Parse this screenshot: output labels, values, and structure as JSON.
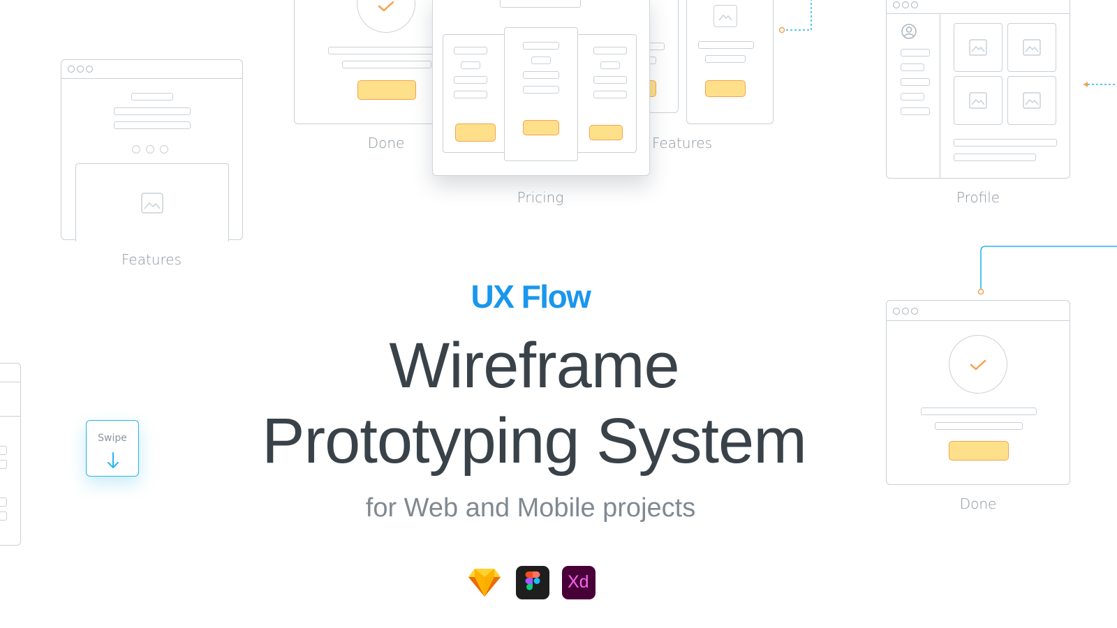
{
  "hero": {
    "kicker": "UX Flow",
    "title_line1": "Wireframe",
    "title_line2": "Prototyping System",
    "subtitle": "for Web and Mobile projects"
  },
  "captions": {
    "features_left": "Features",
    "done_top": "Done",
    "pricing": "Pricing",
    "features_top": "Features",
    "profile": "Profile",
    "done_right": "Done"
  },
  "swipe": {
    "label": "Swipe",
    "icon": "arrow-down-icon"
  },
  "tools": {
    "sketch": "sketch-logo",
    "figma": "figma-logo",
    "xd_label": "Xd"
  },
  "colors": {
    "accent_blue": "#1a96ee",
    "button_fill": "#ffe08a",
    "button_border": "#f5a24e",
    "connector": "#27b4ec",
    "connector_dot": "#f5a24e",
    "title_text": "#3a4249"
  }
}
